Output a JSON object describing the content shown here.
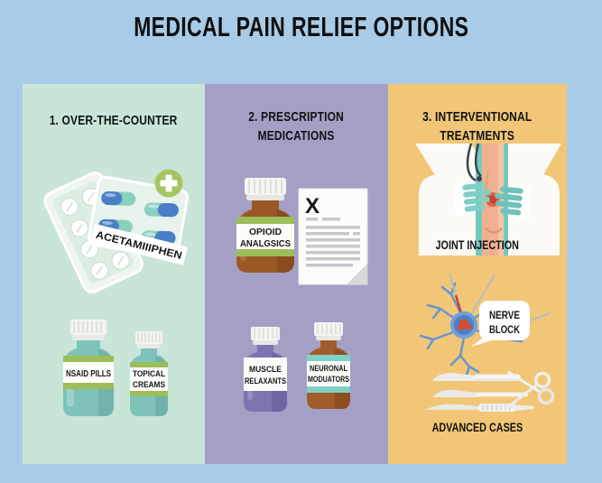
{
  "page": {
    "title": "MEDICAL PAIN RELIEF OPTIONS"
  },
  "colors": {
    "page_bg": "#a8cce7",
    "otc_bg": "#c8e5d8",
    "prescription_bg": "#a4a0c5",
    "interventional_bg": "#f1c676",
    "teal_bottle": "#7ec2ba",
    "brown_bottle": "#9b5827",
    "brown_bottle_2": "#a15c2b",
    "purple_bottle": "#7c75b0",
    "label_stripe_green": "#9dbd58",
    "label_stripe_teal": "#7fd1c6",
    "plus_green": "#a7c661",
    "capsule_blue": "#4a7ec7",
    "capsule_mint": "#8ad0bf",
    "neuron_blue": "#5f8fd0",
    "pain_red": "#d84b38",
    "glove_teal": "#7ed0c7",
    "skin": "#f0b092",
    "text": "#121214"
  },
  "otc": {
    "header_lines": [
      "1. OVER-THE-COUNTER"
    ],
    "acetaminophen_label": "ACETAMIIIPHEN",
    "nsaid_label": "NSAID PILLS",
    "topical_lines": [
      "TOPICAL",
      "CREAMS"
    ]
  },
  "prescription": {
    "header_lines": [
      "2. PRESCRIPTION",
      "MEDICATIONS"
    ],
    "rx_symbol": "X",
    "opioid_lines": [
      "OPIOID",
      "ANALGSICS"
    ],
    "muscle_lines": [
      "MUSCLE",
      "RELAXANTS"
    ],
    "neuronal_lines": [
      "NEURONAL",
      "MODUATORS"
    ]
  },
  "interventional": {
    "header_lines": [
      "3. INTERVENTIONAL",
      "TREATMENTS"
    ],
    "joint_label": "JOINT INJECTION",
    "nerve_lines": [
      "NERVE",
      "BLOCK"
    ],
    "advanced_label": "ADVANCED CASES"
  }
}
